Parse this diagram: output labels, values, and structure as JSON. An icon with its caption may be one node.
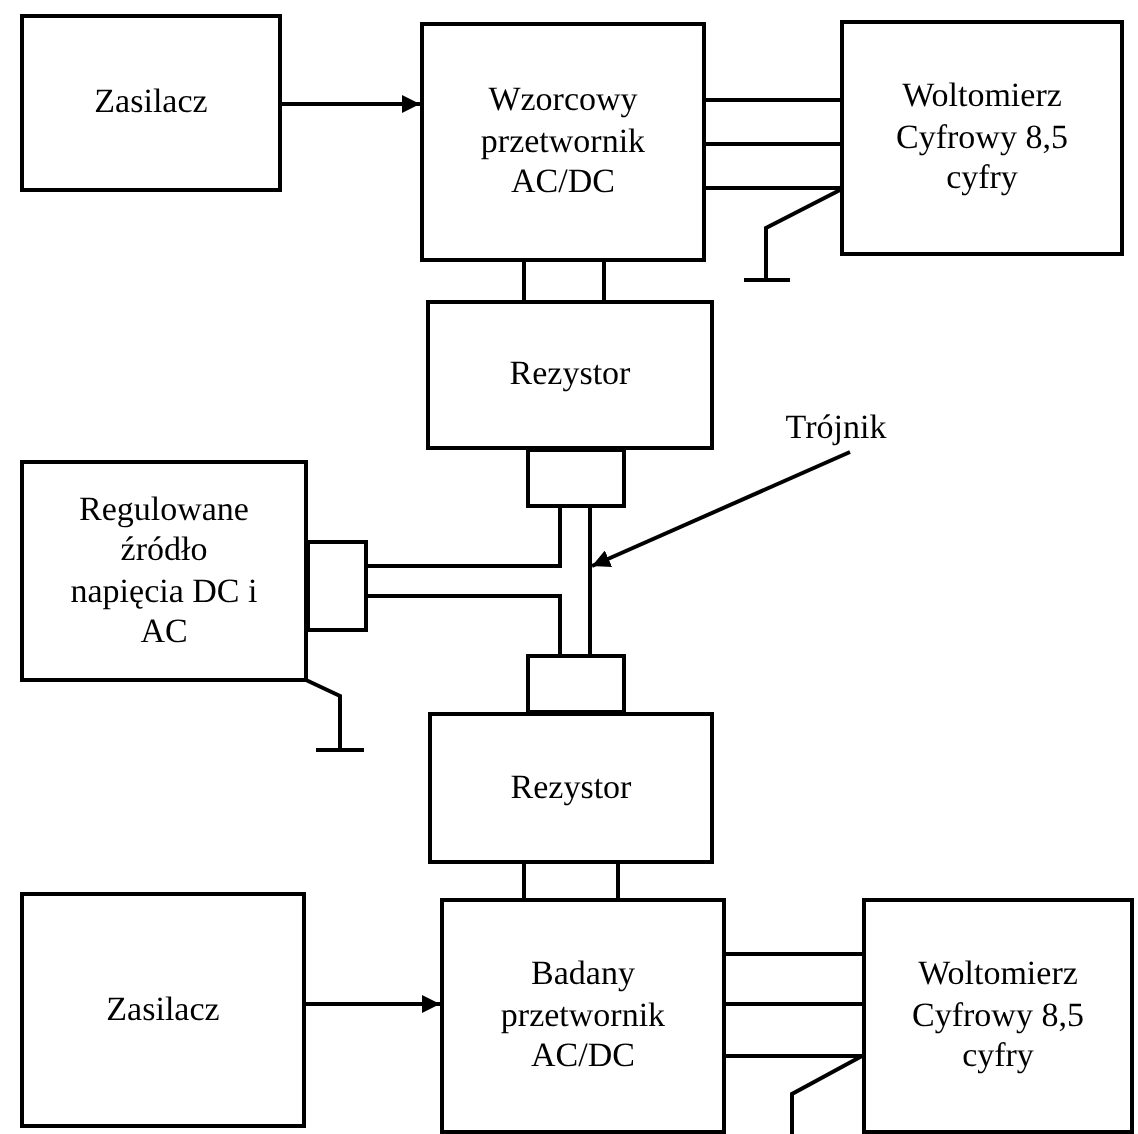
{
  "diagram": {
    "nodes": [
      {
        "text": [
          "Zasilacz"
        ]
      },
      {
        "text": [
          "Wzorcowy przetwornik AC/DC"
        ]
      },
      {
        "text": [
          "Woltomierz Cyfrowy 8,5 cyfry"
        ]
      },
      {
        "text": [
          "Rezystor"
        ]
      },
      {
        "text": [
          "Trójnik"
        ]
      },
      {
        "text": [],
        "shape": "box"
      },
      {
        "text": [
          "Regulowane źródło napięcia DC i AC"
        ]
      },
      {
        "text": [],
        "shape": "box"
      },
      {
        "text": [],
        "shape": "bar"
      },
      {
        "text": [],
        "shape": "box"
      },
      {
        "text": [
          "Rezystor"
        ]
      },
      {
        "text": [
          "Zasilacz"
        ]
      },
      {
        "text": [
          "Badany przetwornik AC/DC"
        ]
      },
      {
        "text": [
          "Woltomierz Cyfrowy 8,5 cyfry"
        ]
      }
    ],
    "edges": [
      {
        "from": 0,
        "to": 1,
        "arrow": "to"
      },
      {
        "from": 1,
        "to": 2,
        "arrow": "none"
      },
      {
        "from": 1,
        "to": 2,
        "arrow": "none"
      },
      {
        "from": 1,
        "to": 2,
        "arrow": "none"
      },
      {
        "from": 1,
        "to": 3,
        "arrow": "none"
      },
      {
        "from": 1,
        "to": 3,
        "arrow": "none"
      },
      {
        "from": 4,
        "to": 8,
        "arrow": "to"
      },
      {
        "from": 10,
        "to": 12,
        "arrow": "none"
      },
      {
        "from": 10,
        "to": 12,
        "arrow": "none"
      },
      {
        "from": 11,
        "to": 12,
        "arrow": "to"
      },
      {
        "from": 12,
        "to": 13,
        "arrow": "none"
      },
      {
        "from": 12,
        "to": 13,
        "arrow": "none"
      },
      {
        "from": 12,
        "to": 13,
        "arrow": "none"
      }
    ]
  }
}
